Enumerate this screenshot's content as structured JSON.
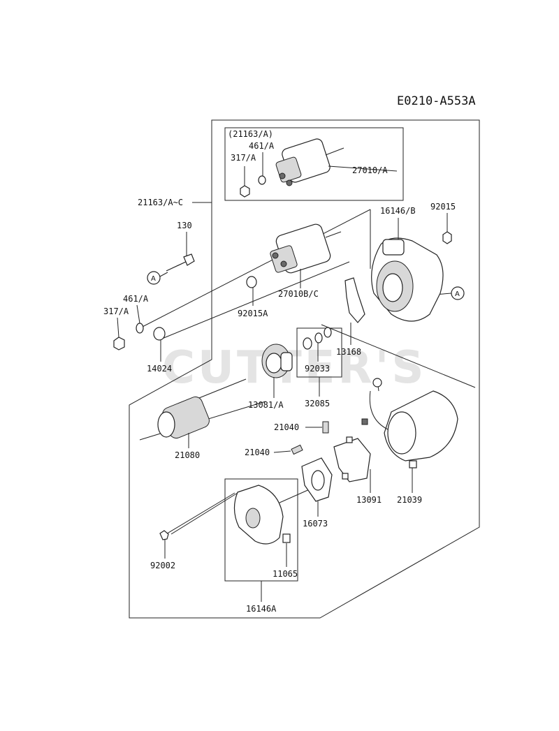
{
  "diagram_code": "E0210-A553A",
  "watermark": "CUTTER'S",
  "callout_letter": "A",
  "labels": {
    "l_21163A_box": "(21163/A)",
    "l_461A_top": "461/A",
    "l_317A_top": "317/A",
    "l_27010A": "27010/A",
    "l_21163AC": "21163/A~C",
    "l_16146B": "16146/B",
    "l_92015": "92015",
    "l_130": "130",
    "l_27010BC": "27010B/C",
    "l_461A": "461/A",
    "l_317A": "317/A",
    "l_92015A": "92015A",
    "l_13168": "13168",
    "l_14024": "14024",
    "l_92033": "92033",
    "l_13081A": "13081/A",
    "l_32085": "32085",
    "l_21040_a": "21040",
    "l_21040_b": "21040",
    "l_21080": "21080",
    "l_13091": "13091",
    "l_21039": "21039",
    "l_16073": "16073",
    "l_92002": "92002",
    "l_11065": "11065",
    "l_16146A": "16146A"
  }
}
